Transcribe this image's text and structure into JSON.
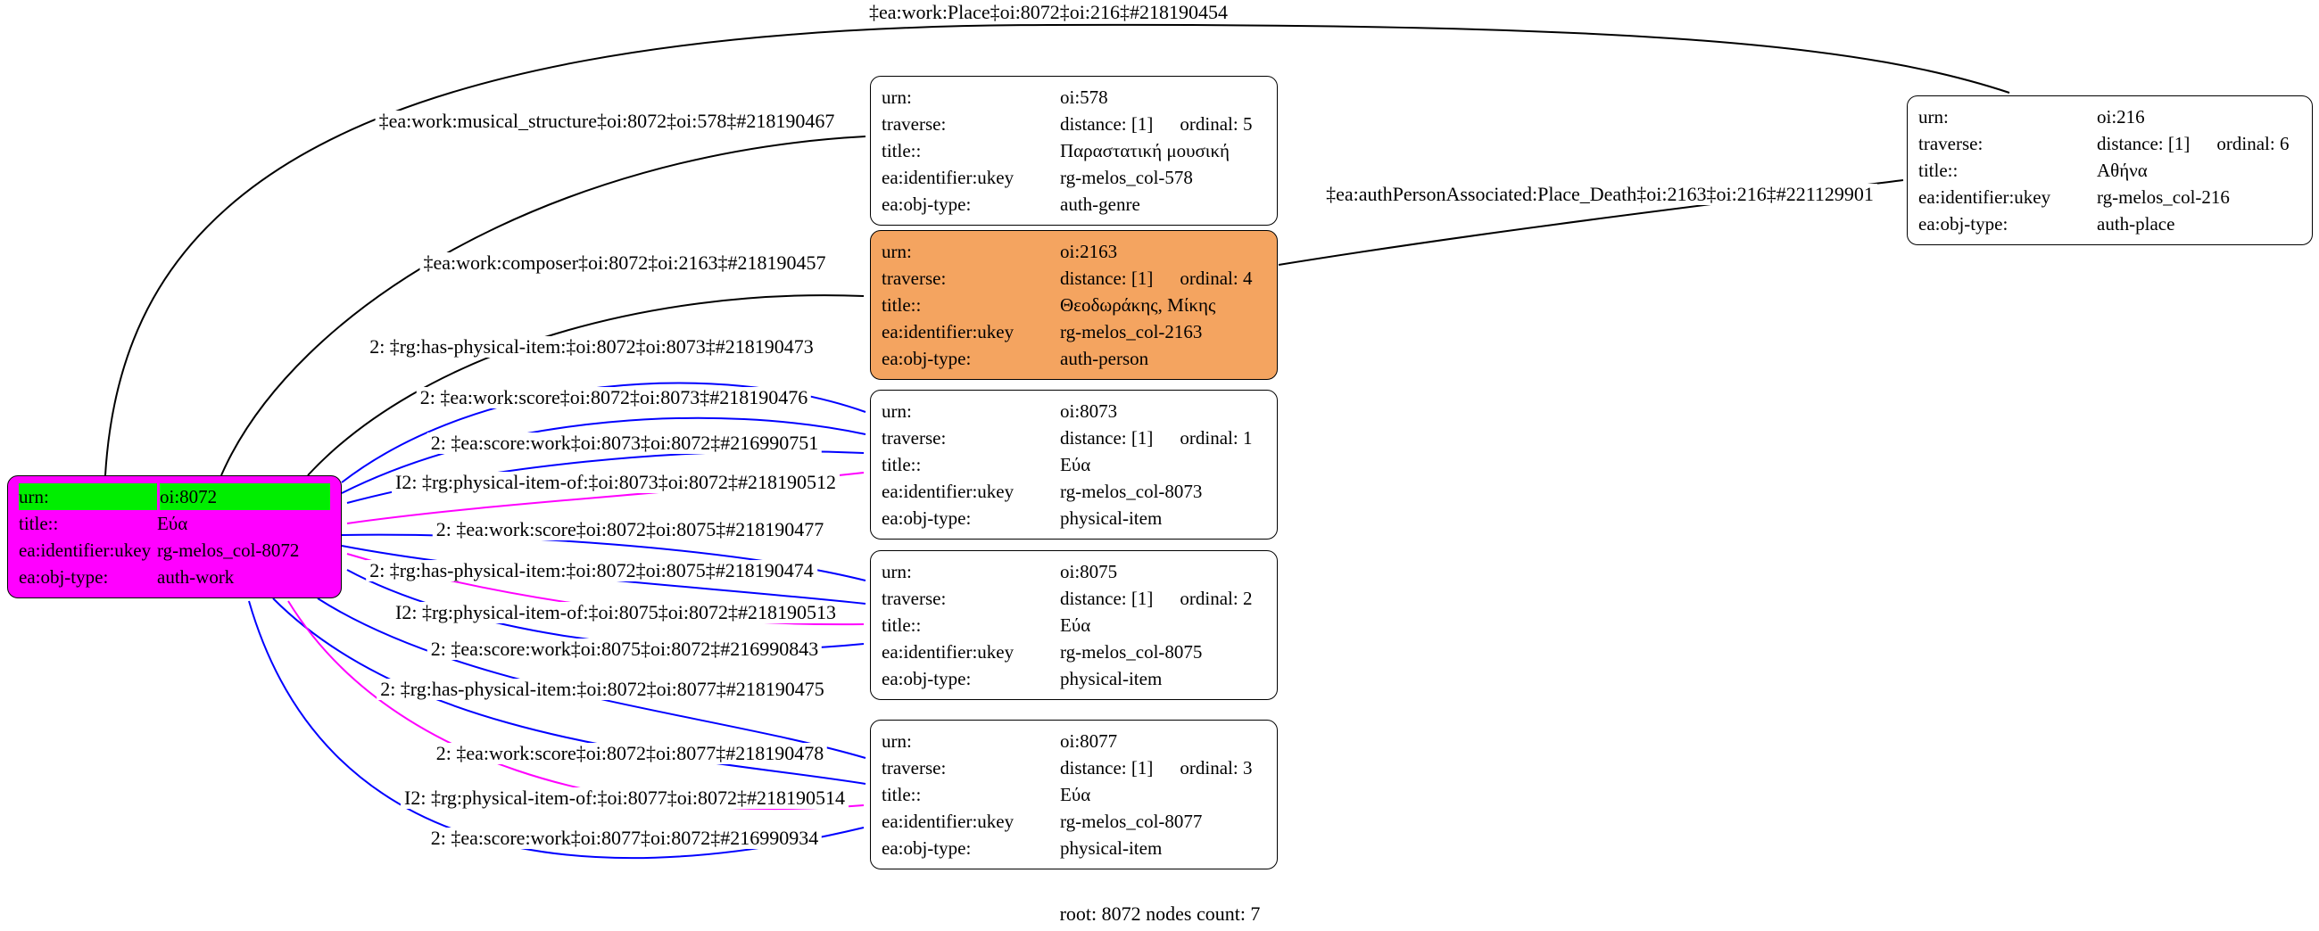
{
  "graph": {
    "footer": "root: 8072 nodes count: 7"
  },
  "colors": {
    "root_fill": "#ff00ff",
    "root_urn_highlight": "#00ee00",
    "person_fill": "#f4a460",
    "default_node_fill": "#ffffff",
    "edge_default": "#000000",
    "edge_traverse": "#0000ff",
    "edge_inverse": "#ff00ff"
  },
  "nodes": [
    {
      "id": "oi:8072",
      "kind": "root",
      "rows": [
        {
          "key": "urn:",
          "value": "oi:8072"
        },
        {
          "key": "title::",
          "value": "Εύα"
        },
        {
          "key": "ea:identifier:ukey",
          "value": "rg-melos_col-8072"
        },
        {
          "key": "ea:obj-type:",
          "value": "auth-work"
        }
      ]
    },
    {
      "id": "oi:578",
      "kind": "auth-genre",
      "rows": [
        {
          "key": "urn:",
          "value": "oi:578"
        },
        {
          "key": "traverse:",
          "value": "distance: [1]",
          "extra": "ordinal: 5"
        },
        {
          "key": "title::",
          "value": "Παραστατική μουσική"
        },
        {
          "key": "ea:identifier:ukey",
          "value": "rg-melos_col-578"
        },
        {
          "key": "ea:obj-type:",
          "value": "auth-genre"
        }
      ]
    },
    {
      "id": "oi:2163",
      "kind": "auth-person",
      "rows": [
        {
          "key": "urn:",
          "value": "oi:2163"
        },
        {
          "key": "traverse:",
          "value": "distance: [1]",
          "extra": "ordinal: 4"
        },
        {
          "key": "title::",
          "value": "Θεοδωράκης, Μίκης"
        },
        {
          "key": "ea:identifier:ukey",
          "value": "rg-melos_col-2163"
        },
        {
          "key": "ea:obj-type:",
          "value": "auth-person"
        }
      ]
    },
    {
      "id": "oi:8073",
      "kind": "physical-item",
      "rows": [
        {
          "key": "urn:",
          "value": "oi:8073"
        },
        {
          "key": "traverse:",
          "value": "distance: [1]",
          "extra": "ordinal: 1"
        },
        {
          "key": "title::",
          "value": "Εύα"
        },
        {
          "key": "ea:identifier:ukey",
          "value": "rg-melos_col-8073"
        },
        {
          "key": "ea:obj-type:",
          "value": "physical-item"
        }
      ]
    },
    {
      "id": "oi:8075",
      "kind": "physical-item",
      "rows": [
        {
          "key": "urn:",
          "value": "oi:8075"
        },
        {
          "key": "traverse:",
          "value": "distance: [1]",
          "extra": "ordinal: 2"
        },
        {
          "key": "title::",
          "value": "Εύα"
        },
        {
          "key": "ea:identifier:ukey",
          "value": "rg-melos_col-8075"
        },
        {
          "key": "ea:obj-type:",
          "value": "physical-item"
        }
      ]
    },
    {
      "id": "oi:8077",
      "kind": "physical-item",
      "rows": [
        {
          "key": "urn:",
          "value": "oi:8077"
        },
        {
          "key": "traverse:",
          "value": "distance: [1]",
          "extra": "ordinal: 3"
        },
        {
          "key": "title::",
          "value": "Εύα"
        },
        {
          "key": "ea:identifier:ukey",
          "value": "rg-melos_col-8077"
        },
        {
          "key": "ea:obj-type:",
          "value": "physical-item"
        }
      ]
    },
    {
      "id": "oi:216",
      "kind": "auth-place",
      "rows": [
        {
          "key": "urn:",
          "value": "oi:216"
        },
        {
          "key": "traverse:",
          "value": "distance: [1]",
          "extra": "ordinal: 6"
        },
        {
          "key": "title::",
          "value": "Αθήνα"
        },
        {
          "key": "ea:identifier:ukey",
          "value": "rg-melos_col-216"
        },
        {
          "key": "ea:obj-type:",
          "value": "auth-place"
        }
      ]
    }
  ],
  "edges": [
    {
      "id": "work-place",
      "label": "‡ea:work:Place‡oi:8072‡oi:216‡#218190454",
      "color": "#000000"
    },
    {
      "id": "work-musical-structure",
      "label": "‡ea:work:musical_structure‡oi:8072‡oi:578‡#218190467",
      "color": "#000000"
    },
    {
      "id": "work-composer",
      "label": "‡ea:work:composer‡oi:8072‡oi:2163‡#218190457",
      "color": "#000000"
    },
    {
      "id": "auth-person-place-death",
      "label": "‡ea:authPersonAssociated:Place_Death‡oi:2163‡oi:216‡#221129901",
      "color": "#000000"
    },
    {
      "id": "has-physical-item-8073",
      "label": "2: ‡rg:has-physical-item:‡oi:8072‡oi:8073‡#218190473",
      "color": "#0000ff"
    },
    {
      "id": "work-score-8073",
      "label": "2: ‡ea:work:score‡oi:8072‡oi:8073‡#218190476",
      "color": "#0000ff"
    },
    {
      "id": "score-work-8073",
      "label": "2: ‡ea:score:work‡oi:8073‡oi:8072‡#216990751",
      "color": "#0000ff"
    },
    {
      "id": "physical-item-of-8073",
      "label": "I2: ‡rg:physical-item-of:‡oi:8073‡oi:8072‡#218190512",
      "color": "#ff00ff"
    },
    {
      "id": "work-score-8075",
      "label": "2: ‡ea:work:score‡oi:8072‡oi:8075‡#218190477",
      "color": "#0000ff"
    },
    {
      "id": "has-physical-item-8075",
      "label": "2: ‡rg:has-physical-item:‡oi:8072‡oi:8075‡#218190474",
      "color": "#0000ff"
    },
    {
      "id": "physical-item-of-8075",
      "label": "I2: ‡rg:physical-item-of:‡oi:8075‡oi:8072‡#218190513",
      "color": "#ff00ff"
    },
    {
      "id": "score-work-8075",
      "label": "2: ‡ea:score:work‡oi:8075‡oi:8072‡#216990843",
      "color": "#0000ff"
    },
    {
      "id": "has-physical-item-8077",
      "label": "2: ‡rg:has-physical-item:‡oi:8072‡oi:8077‡#218190475",
      "color": "#0000ff"
    },
    {
      "id": "work-score-8077",
      "label": "2: ‡ea:work:score‡oi:8072‡oi:8077‡#218190478",
      "color": "#0000ff"
    },
    {
      "id": "physical-item-of-8077",
      "label": "I2: ‡rg:physical-item-of:‡oi:8077‡oi:8072‡#218190514",
      "color": "#ff00ff"
    },
    {
      "id": "score-work-8077",
      "label": "2: ‡ea:score:work‡oi:8077‡oi:8072‡#216990934",
      "color": "#0000ff"
    }
  ]
}
